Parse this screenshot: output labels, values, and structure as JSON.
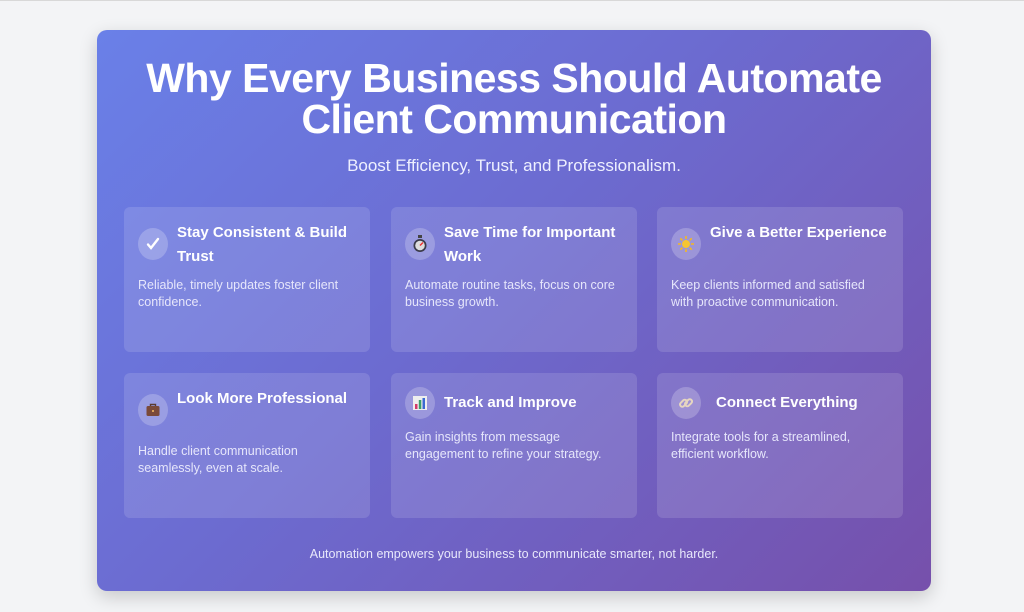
{
  "header": {
    "title_line1": "Why Every Business Should Automate",
    "title_line2": "Client Communication",
    "subtitle": "Boost Efficiency, Trust, and Professionalism."
  },
  "cards": [
    {
      "icon": "check-icon",
      "title": "Stay Consistent & Build Trust",
      "description": "Reliable, timely updates foster client confidence."
    },
    {
      "icon": "stopwatch-icon",
      "title": "Save Time for Important Work",
      "description": "Automate routine tasks, focus on core business growth."
    },
    {
      "icon": "sun-icon",
      "title": "Give a Better Experience",
      "description": "Keep clients informed and satisfied with proactive communication."
    },
    {
      "icon": "briefcase-icon",
      "title": "Look More Professional",
      "description": "Handle client communication seamlessly, even at scale."
    },
    {
      "icon": "bar-chart-icon",
      "title": "Track and Improve",
      "description": "Gain insights from message engagement to refine your strategy."
    },
    {
      "icon": "link-icon",
      "title": "Connect Everything",
      "description": "Integrate tools for a streamlined, efficient workflow."
    }
  ],
  "footer": "Automation empowers your business to communicate smarter, not harder.",
  "colors": {
    "gradient_start": "#6a80e8",
    "gradient_end": "#7650ab"
  }
}
